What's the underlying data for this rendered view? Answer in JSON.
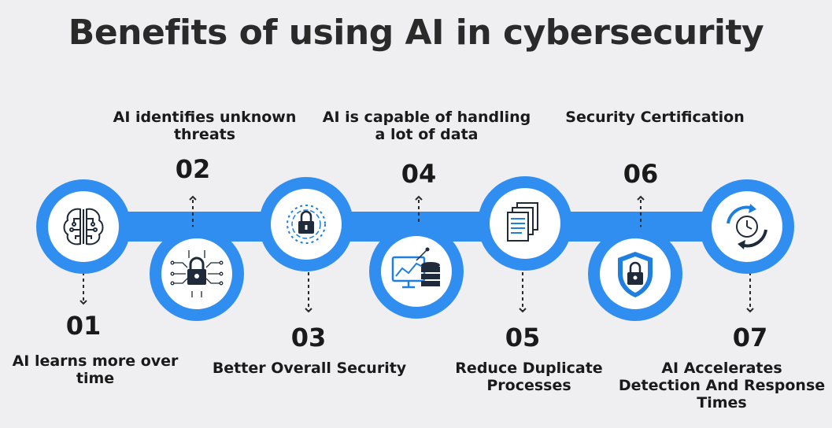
{
  "title": "Benefits of using AI in cybersecurity",
  "colors": {
    "accent": "#2f8ef0",
    "background": "#efeff1",
    "icon_stroke": "#1f2a3a",
    "icon_blue": "#1e7fe0"
  },
  "steps": [
    {
      "number": "01",
      "label_lines": [
        "AI learns more over",
        "time"
      ],
      "icon": "brain-circuit-icon"
    },
    {
      "number": "02",
      "label_lines": [
        "AI identifies unknown",
        "threats"
      ],
      "icon": "chip-padlock-icon"
    },
    {
      "number": "03",
      "label_lines": [
        "Better Overall Security"
      ],
      "icon": "digital-padlock-icon"
    },
    {
      "number": "04",
      "label_lines": [
        "AI is capable of handling",
        "a lot of data"
      ],
      "icon": "monitor-database-icon"
    },
    {
      "number": "05",
      "label_lines": [
        "Reduce Duplicate",
        "Processes"
      ],
      "icon": "documents-icon"
    },
    {
      "number": "06",
      "label_lines": [
        "Security Certification"
      ],
      "icon": "shield-lock-icon"
    },
    {
      "number": "07",
      "label_lines": [
        "AI Accelerates",
        "Detection And Response",
        "Times"
      ],
      "icon": "clock-cycle-icon"
    }
  ]
}
